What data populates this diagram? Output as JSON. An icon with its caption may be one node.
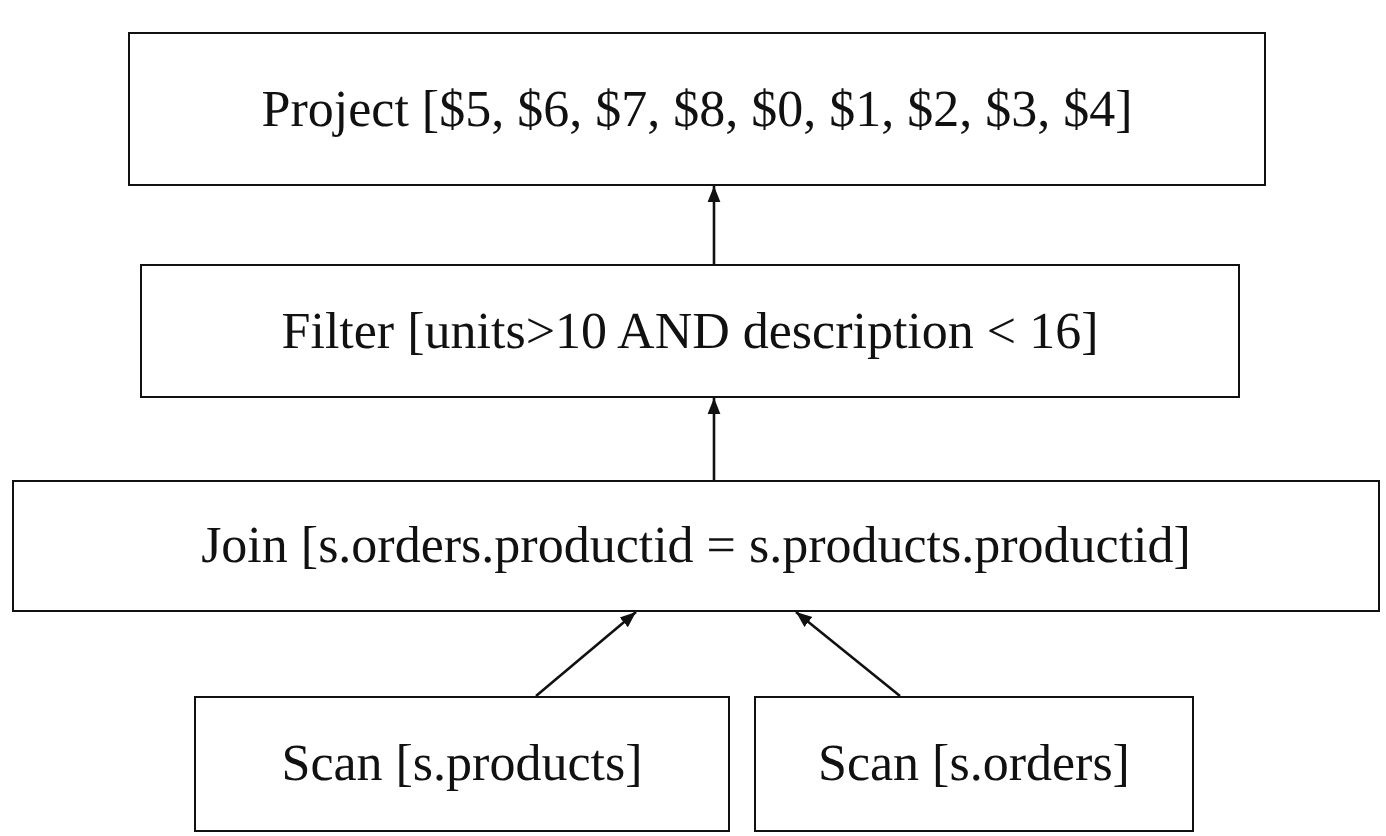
{
  "diagram": {
    "nodes": [
      {
        "text": [
          "Project [$5, $6, $7, $8, $0, $1, $2, $3, $4]"
        ]
      },
      {
        "text": [
          "Filter [units>10 AND description < 16]"
        ]
      },
      {
        "text": [
          "Join [s.orders.productid = s.products.productid]"
        ]
      },
      {
        "text": [
          "Scan [s.products]"
        ]
      },
      {
        "text": [
          "Scan [s.orders]"
        ]
      }
    ],
    "edges": [
      {
        "from": 1,
        "to": 0,
        "arrow": "to"
      },
      {
        "from": 2,
        "to": 1,
        "arrow": "to"
      },
      {
        "from": 3,
        "to": 2,
        "arrow": "to"
      },
      {
        "from": 4,
        "to": 2,
        "arrow": "to"
      }
    ]
  }
}
